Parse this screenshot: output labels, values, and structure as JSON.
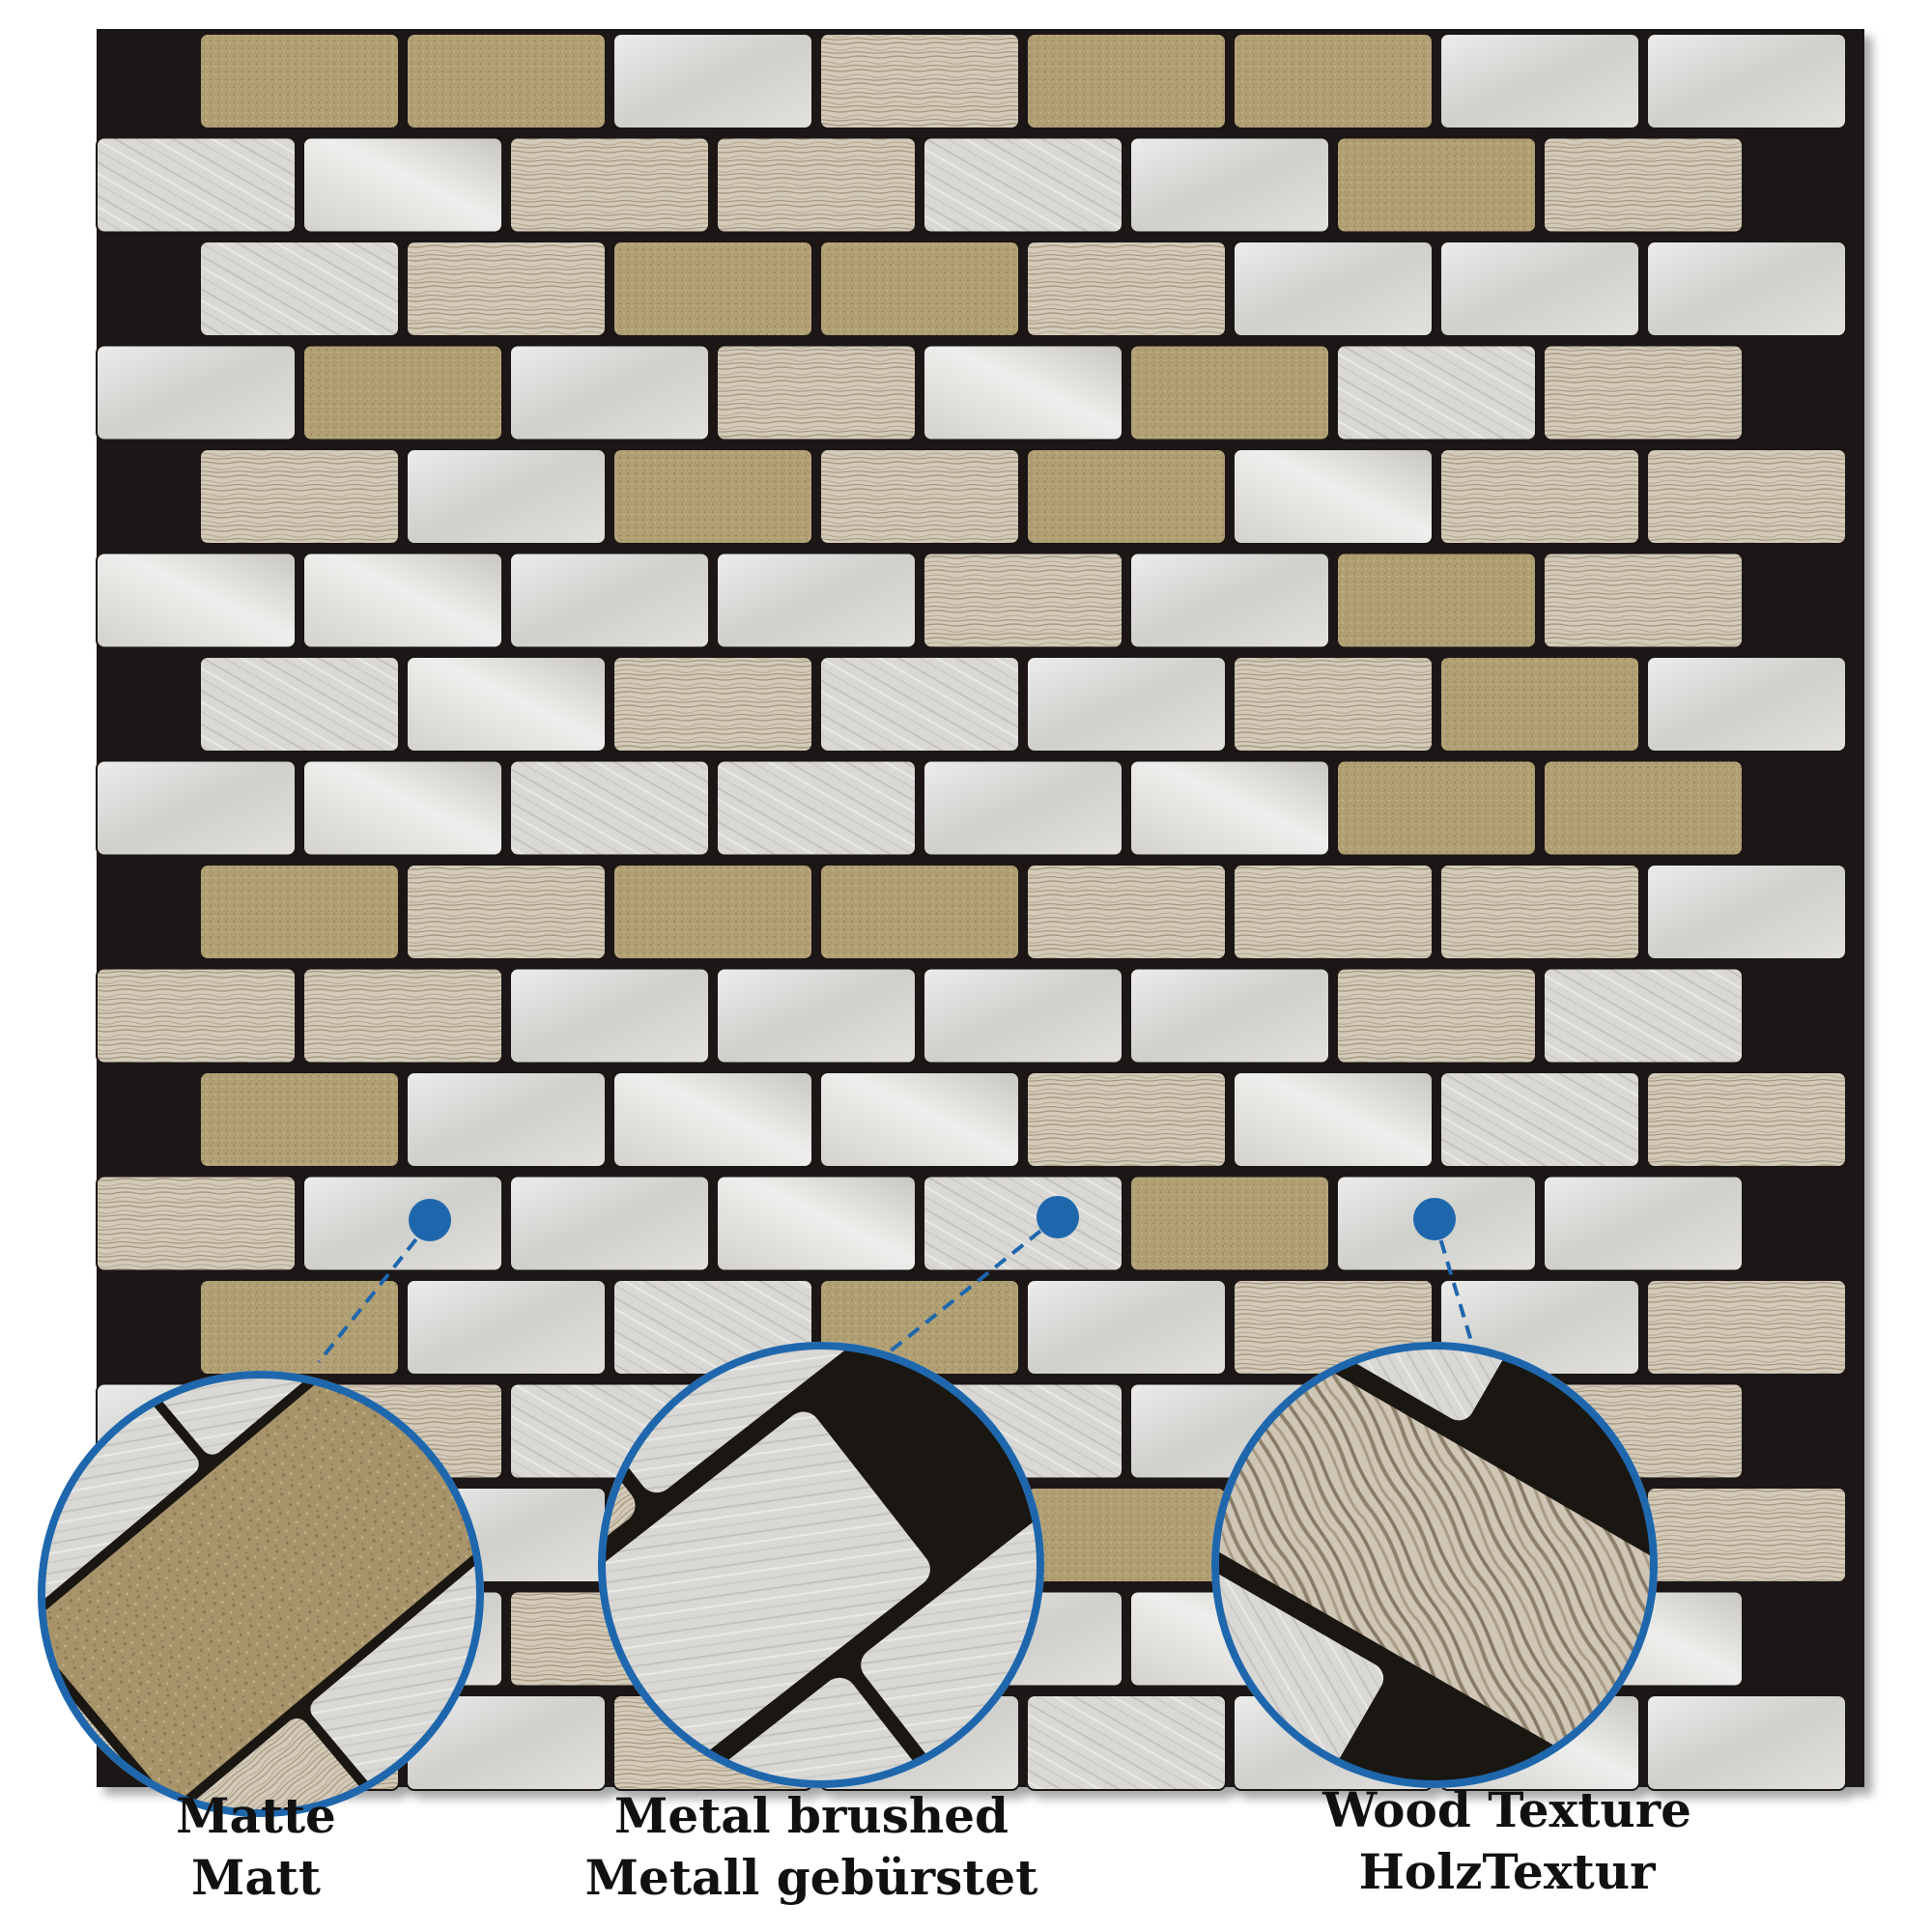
{
  "labels": {
    "matte": {
      "en": "Matte",
      "de": "Matt"
    },
    "metal": {
      "en": "Metal brushed",
      "de": "Metall gebürstet"
    },
    "wood": {
      "en": "Wood Texture",
      "de": "HolzTextur"
    }
  },
  "colors": {
    "background": "#ffffff",
    "grout": "#1a1712",
    "accent_blue": "#1f67ad",
    "metal_light": "#dcdcda",
    "metal_mid": "#c4c3bf",
    "wood_light": "#d6cdbd",
    "wood_mid": "#bfb29a",
    "matte_gold": "#b4a077",
    "matte_dark": "#9e8a62"
  }
}
